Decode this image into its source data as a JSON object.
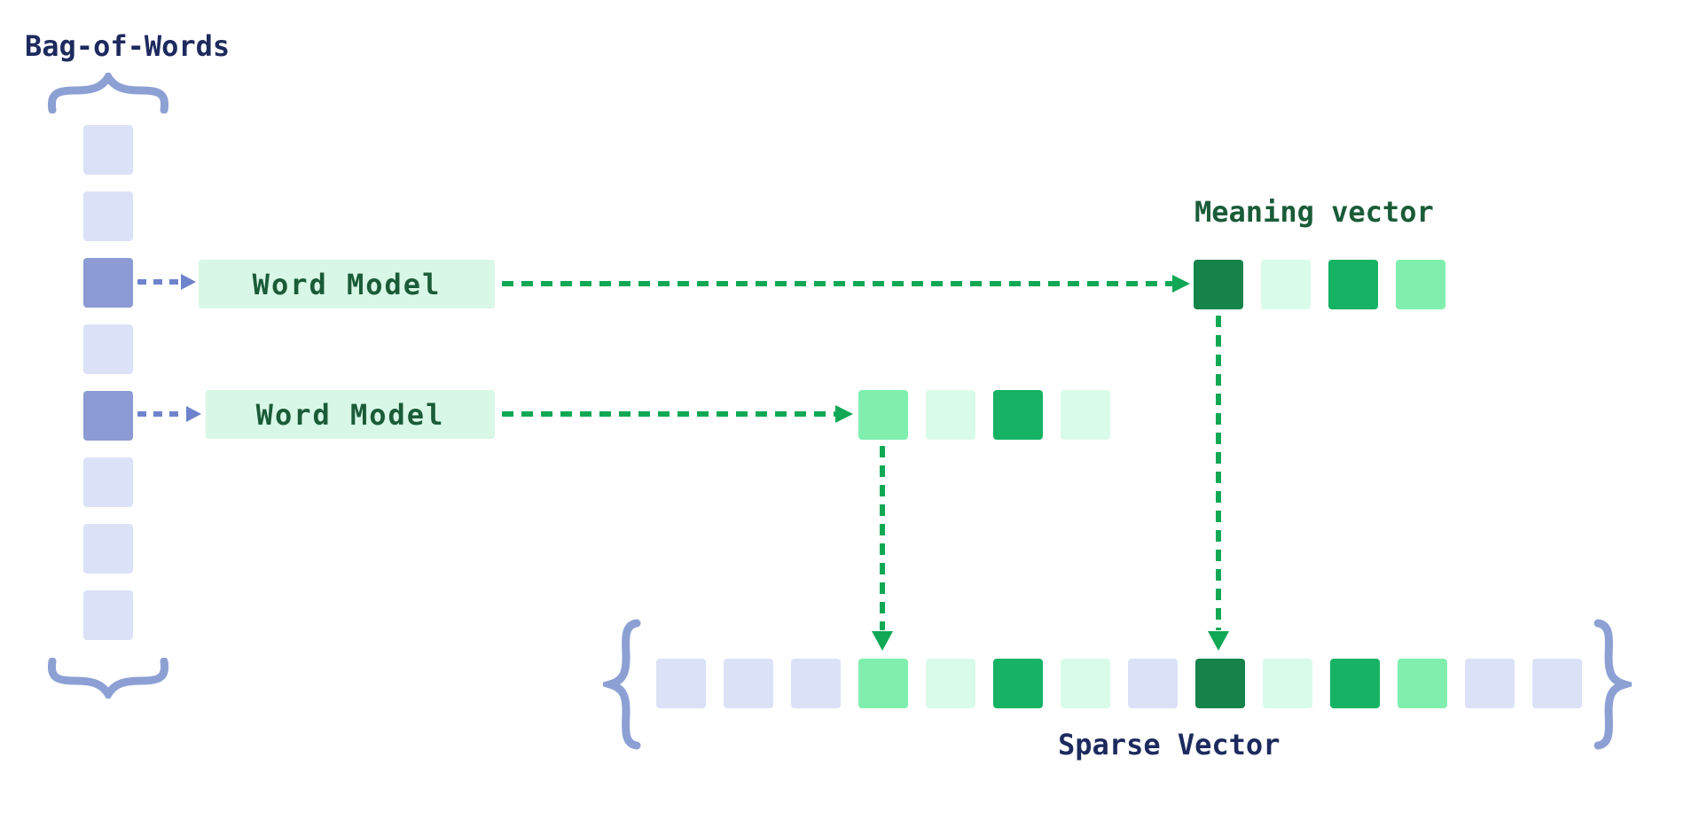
{
  "palette": {
    "navy_text": "#1d2a5e",
    "green_text": "#1a5c38",
    "lavender": "#dbe2f7",
    "blue_accent": "#8c9bd3",
    "brace_blue": "#8da0d4",
    "arrow_blue": "#6d83cb",
    "arrow_green": "#10a854",
    "green_dark": "#15834a",
    "green_medium": "#16b364",
    "green_light": "#80efae",
    "green_faint": "#d9fbea",
    "model_box_bg": "#d9f7e6"
  },
  "bag_of_words": {
    "label": "Bag-of-Words",
    "cells": [
      "lavender",
      "lavender",
      "blue_accent",
      "lavender",
      "blue_accent",
      "lavender",
      "lavender",
      "lavender"
    ]
  },
  "word_models": [
    {
      "label": "Word Model"
    },
    {
      "label": "Word Model"
    }
  ],
  "meaning_vector": {
    "label": "Meaning vector",
    "cells": [
      "green_dark",
      "green_faint",
      "green_medium",
      "green_light"
    ]
  },
  "word_model_2_output": {
    "cells": [
      "green_light",
      "green_faint",
      "green_medium",
      "green_faint"
    ]
  },
  "sparse_vector": {
    "label": "Sparse Vector",
    "cells": [
      "lavender",
      "lavender",
      "lavender",
      "green_light",
      "green_faint",
      "green_medium",
      "green_faint",
      "lavender",
      "green_dark",
      "green_faint",
      "green_medium",
      "green_light",
      "lavender",
      "lavender"
    ]
  }
}
